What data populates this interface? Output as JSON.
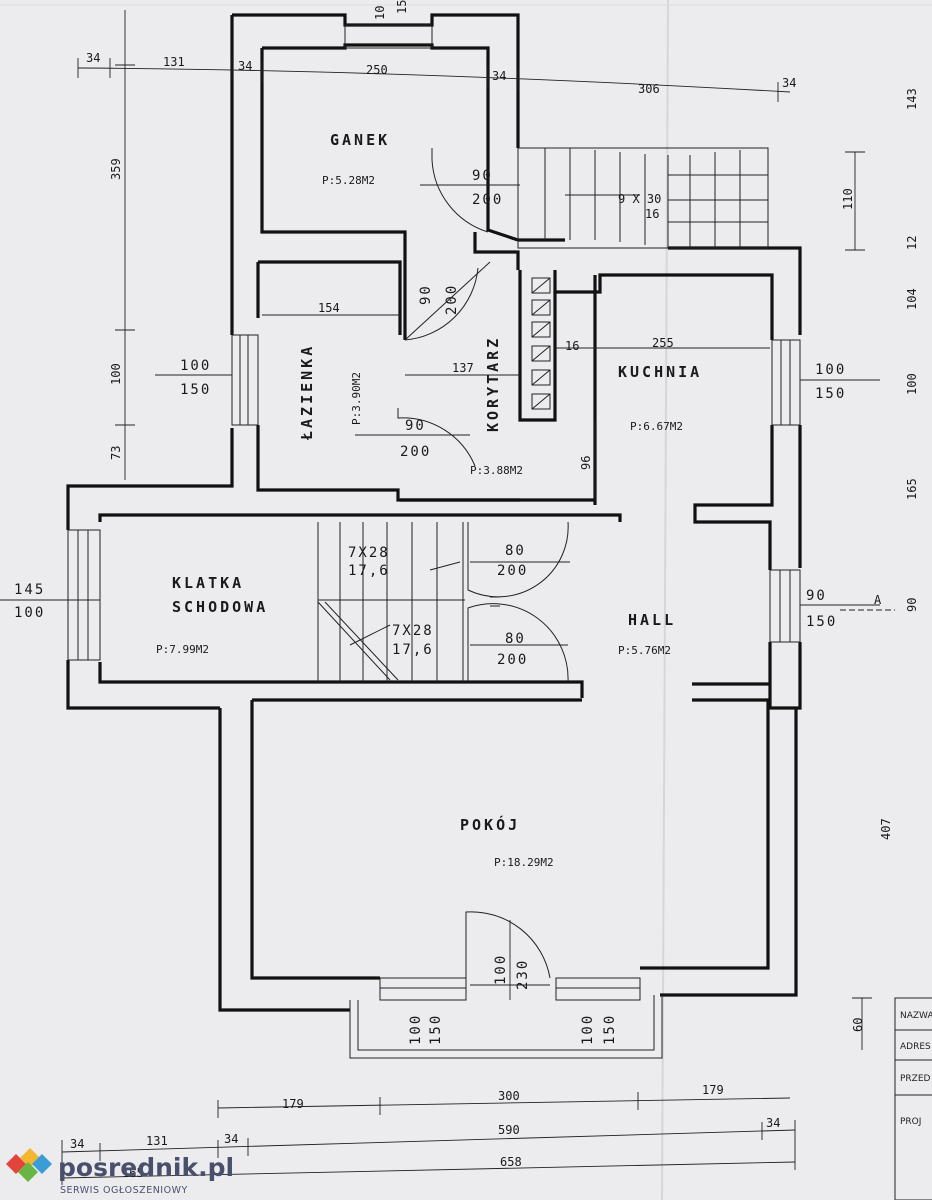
{
  "rooms": {
    "ganek": {
      "name": "GANEK",
      "area": "P:5.28M2"
    },
    "lazienka": {
      "name": "ŁAZIENKA",
      "area": "P:3.90M2"
    },
    "korytarz": {
      "name": "KORYTARZ",
      "area": "P:3.88M2"
    },
    "kuchnia": {
      "name": "KUCHNIA",
      "area": "P:6.67M2"
    },
    "klatka": {
      "name1": "KLATKA",
      "name2": "SCHODOWA",
      "area": "P:7.99M2"
    },
    "hall": {
      "name": "HALL",
      "area": "P:5.76M2"
    },
    "pokoj": {
      "name": "POKÓJ",
      "area": "P:18.29M2"
    }
  },
  "doors": {
    "ganek_w": "90",
    "ganek_h": "200",
    "korytarz_w": "90",
    "korytarz_h": "200",
    "lazienka_w": "90",
    "lazienka_h": "200",
    "stair1_w": "80",
    "stair1_h": "200",
    "stair2_w": "80",
    "stair2_h": "200",
    "pokoj_w": "100",
    "pokoj_h": "230"
  },
  "windows": {
    "lazienka_w": "100",
    "lazienka_h": "150",
    "kuchnia_w": "100",
    "kuchnia_h": "150",
    "klatka_w": "145",
    "klatka_h": "100",
    "hall_w": "90",
    "hall_h": "150",
    "pokoj_left_w": "100",
    "pokoj_left_h": "150",
    "pokoj_right_w": "100",
    "pokoj_right_h": "150",
    "top_partial_1": "10",
    "top_partial_2": "15"
  },
  "stairs": {
    "entry": "9 X 30",
    "entry_sub": "16",
    "upper": "7X28",
    "upper_sub": "17,6",
    "lower": "7X28",
    "lower_sub": "17,6"
  },
  "dims_top": [
    "34",
    "131",
    "34",
    "250",
    "34",
    "306",
    "34"
  ],
  "dims_left": [
    "359",
    "100",
    "73"
  ],
  "dims_right": [
    "110",
    "407",
    "60"
  ],
  "dims_far_right": [
    "143",
    "12",
    "104",
    "100",
    "165",
    "90"
  ],
  "dims_inner": {
    "lazienka_width": "154",
    "korytarz_width": "137",
    "kuchnia_width": "255",
    "kuchnia_small": "16",
    "kuchnia_depth": "96"
  },
  "dims_bottom": {
    "row1": [
      "179",
      "300",
      "179"
    ],
    "row2": [
      "34",
      "131",
      "34",
      "590",
      "34"
    ],
    "row3": [
      "165",
      "658"
    ]
  },
  "section_marker": "A",
  "title_block": [
    "NAZWA",
    "ADRES",
    "PRZED",
    "PROJ"
  ],
  "logo": {
    "main": "posrednik.pl",
    "sub": "SERWIS OGŁOSZENIOWY"
  }
}
